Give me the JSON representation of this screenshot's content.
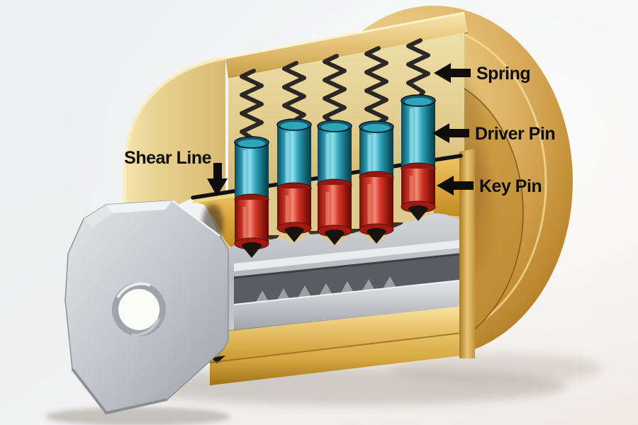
{
  "labels": {
    "shear_line": "Shear Line",
    "spring": "Spring",
    "driver_pin": "Driver Pin",
    "key_pin": "Key Pin"
  },
  "counts": {
    "springs": 5,
    "pin_stacks": 5
  },
  "colors": {
    "background": "#eff0f2",
    "brass_light": "#f5dd96",
    "brass_mid": "#d2a246",
    "brass_dark": "#a4761f",
    "interior_tan": "#e6d094",
    "plug_gold": "#dca63e",
    "driver_pin_teal": "#2fa3b8",
    "key_pin_red": "#d23426",
    "spring_black": "#2a2725",
    "key_silver": "#c3c6ca",
    "label_black": "#0e0d0c"
  }
}
